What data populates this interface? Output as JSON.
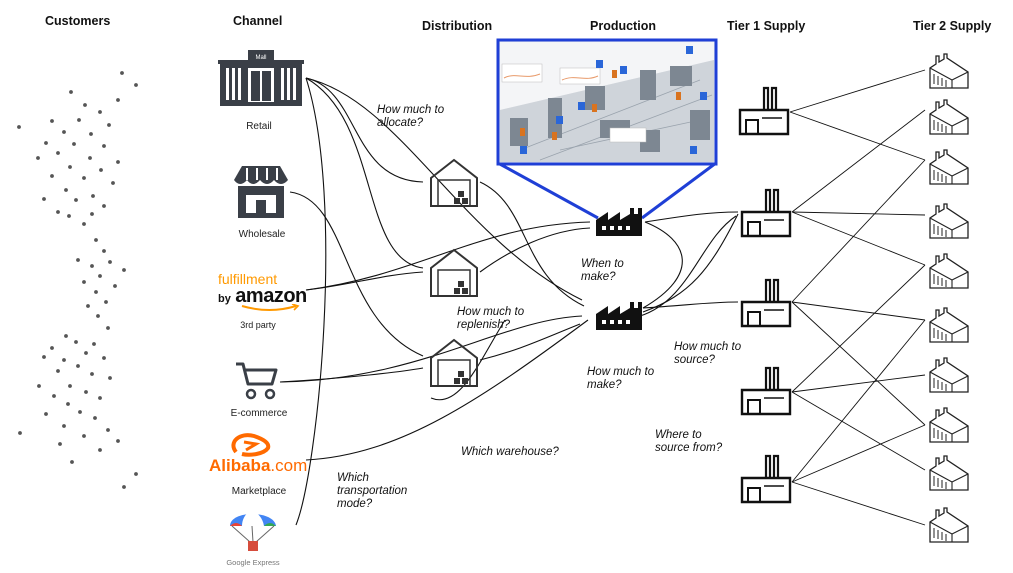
{
  "headers": {
    "customers": "Customers",
    "channel": "Channel",
    "distribution": "Distribution",
    "production": "Production",
    "tier1": "Tier 1 Supply",
    "tier2": "Tier 2 Supply"
  },
  "channels": {
    "retail": "Retail",
    "mall_sign": "Mall",
    "wholesale": "Wholesale",
    "amazon_top": "fulfillment",
    "amazon_by": "by",
    "amazon_word": "amazon",
    "third_party": "3rd party",
    "ecommerce": "E-commerce",
    "alibaba_word": "Alibaba",
    "alibaba_dom": ".com",
    "marketplace": "Marketplace",
    "google_express": "Google Express"
  },
  "questions": {
    "allocate": [
      "How much to",
      "allocate?"
    ],
    "replenish": [
      "How much to",
      "replenish?"
    ],
    "when_make": [
      "When to",
      "make?"
    ],
    "how_make": [
      "How much to",
      "make?"
    ],
    "how_source": [
      "How much to",
      "source?"
    ],
    "where_source": [
      "Where to",
      "source from?"
    ],
    "which_warehouse": [
      "Which warehouse?"
    ],
    "transport": [
      "Which",
      "transportation",
      "mode?"
    ]
  },
  "colors": {
    "accent_blue": "#1f3fd6",
    "amazon_orange": "#ff9900",
    "alibaba_orange": "#ff6a00"
  },
  "icons": {
    "channel": [
      "mall-building-icon",
      "storefront-icon",
      "amazon-logo",
      "shopping-cart-icon",
      "alibaba-logo",
      "google-express-parachute-icon"
    ],
    "distribution": "warehouse-icon",
    "production": "factory-icon",
    "tier1": "factory-outline-icon",
    "tier2": "small-factory-icon"
  }
}
